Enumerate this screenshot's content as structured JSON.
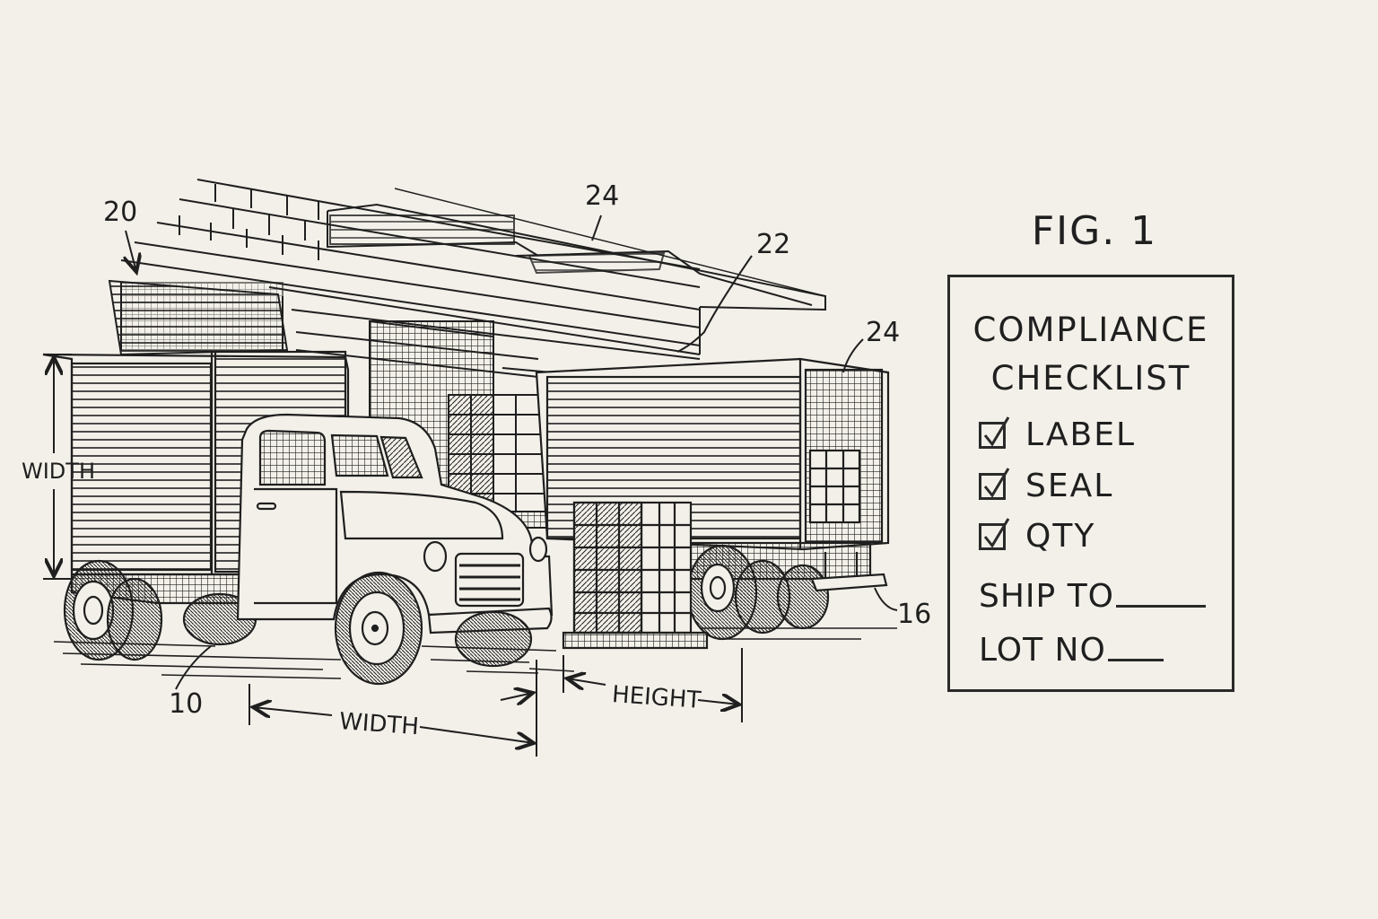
{
  "figure": {
    "title": "FIG. 1",
    "reference_numerals": {
      "building": "20",
      "canopy": "24",
      "wall": "22",
      "trailer_rear": "24",
      "bumper": "16",
      "truck": "10"
    },
    "dimension_labels": {
      "truck_height_side": "WIDTH",
      "truck_width_bottom": "WIDTH",
      "pallet_dimension": "HEIGHT"
    }
  },
  "checklist": {
    "title_line1": "COMPLIANCE",
    "title_line2": "CHECKLIST",
    "items": [
      {
        "label": "LABEL",
        "checked": true
      },
      {
        "label": "SEAL",
        "checked": true
      },
      {
        "label": "QTY",
        "checked": true
      }
    ],
    "fields": [
      {
        "label": "SHIP TO",
        "value": ""
      },
      {
        "label": "LOT NO",
        "value": ""
      }
    ]
  },
  "colors": {
    "background": "#f3f0e9",
    "ink": "#1f1f1f"
  }
}
